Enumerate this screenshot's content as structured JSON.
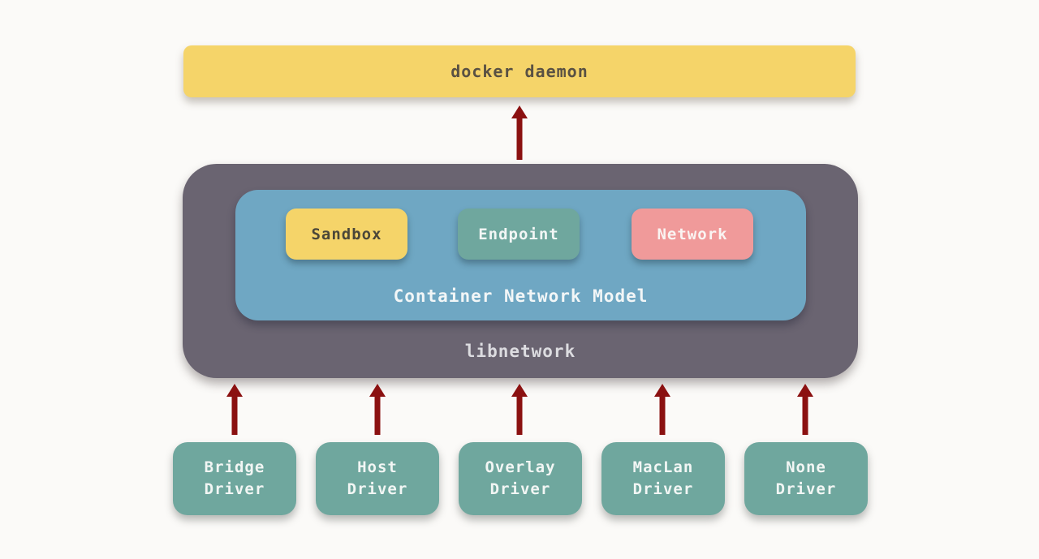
{
  "colors": {
    "background": "#FBFAF8",
    "yellow": "#F5D469",
    "outer_gray": "#6A6471",
    "cnm_blue": "#6FA7C3",
    "teal": "#6FA79E",
    "pink": "#F09A9A",
    "arrow_red": "#8B1111",
    "dark_text": "#595143",
    "light_text": "#F2F6F5"
  },
  "daemon_box": {
    "label": "docker daemon"
  },
  "libnetwork_box": {
    "label": "libnetwork",
    "cnm_box": {
      "label": "Container Network Model",
      "nodes": [
        {
          "label": "Sandbox"
        },
        {
          "label": "Endpoint"
        },
        {
          "label": "Network"
        }
      ]
    }
  },
  "drivers": [
    {
      "label": "Bridge\nDriver"
    },
    {
      "label": "Host\nDriver"
    },
    {
      "label": "Overlay\nDriver"
    },
    {
      "label": "MacLan\nDriver"
    },
    {
      "label": "None\nDriver"
    }
  ],
  "arrows": {
    "color": "#8B1111",
    "direction": "up",
    "count": 6,
    "connections": [
      "libnetwork to docker daemon",
      "Bridge Driver to libnetwork",
      "Host Driver to libnetwork",
      "Overlay Driver to libnetwork",
      "MacLan Driver to libnetwork",
      "None Driver to libnetwork"
    ]
  }
}
